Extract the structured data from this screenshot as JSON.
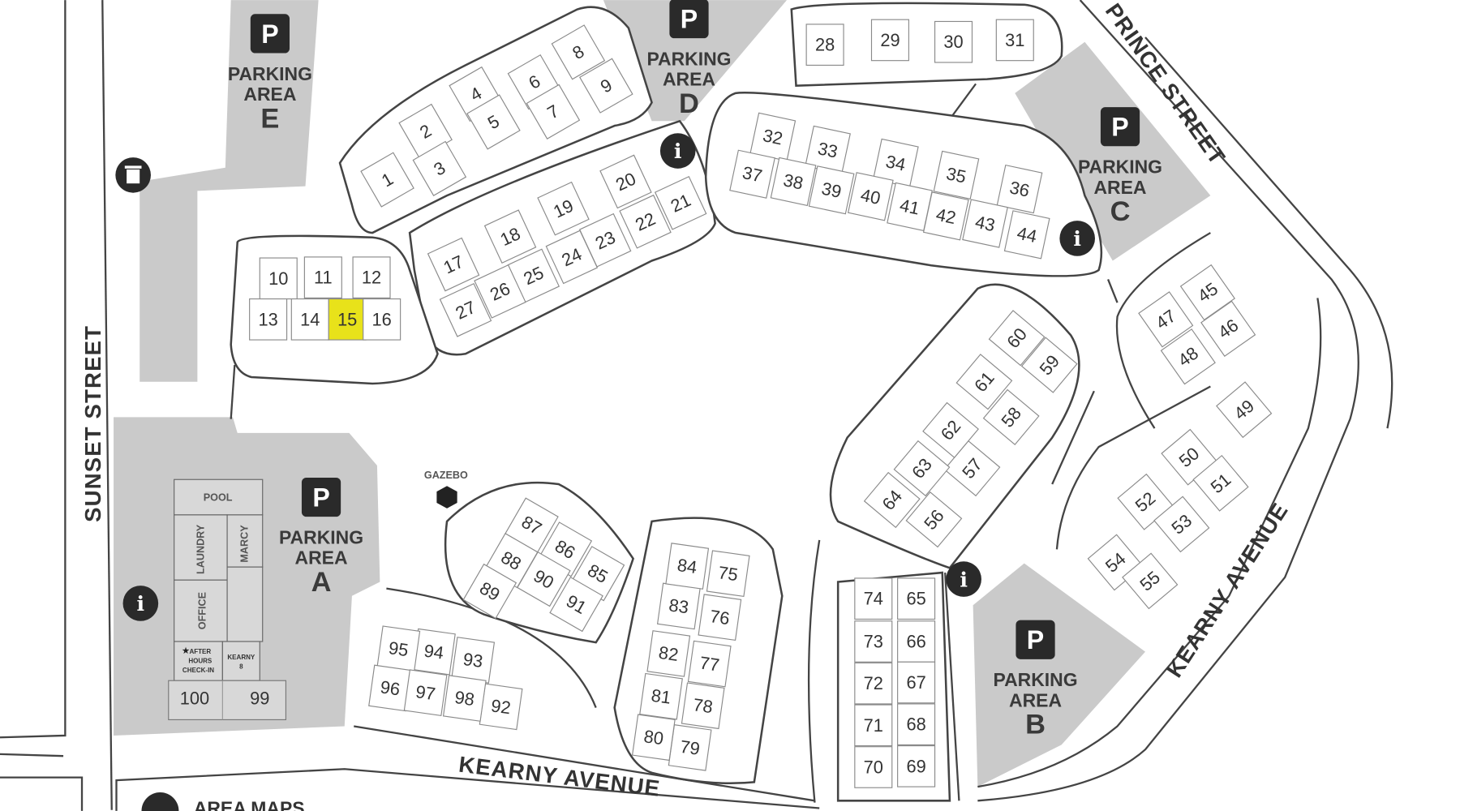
{
  "streets": {
    "sunset": "SUNSET STREET",
    "prince": "PRINCE STREET",
    "kearny_right": "KEARNY AVENUE",
    "kearny_bottom": "KEARNY AVENUE"
  },
  "parking": [
    {
      "id": "E",
      "icon": "P",
      "label_line1": "PARKING",
      "label_line2": "AREA",
      "letter": "E"
    },
    {
      "id": "D",
      "icon": "P",
      "label_line1": "PARKING",
      "label_line2": "AREA",
      "letter": "D"
    },
    {
      "id": "C",
      "icon": "P",
      "label_line1": "PARKING",
      "label_line2": "AREA",
      "letter": "C"
    },
    {
      "id": "B",
      "icon": "P",
      "label_line1": "PARKING",
      "label_line2": "AREA",
      "letter": "B"
    },
    {
      "id": "A",
      "icon": "P",
      "label_line1": "PARKING",
      "label_line2": "AREA",
      "letter": "A"
    }
  ],
  "facilities": {
    "pool": "POOL",
    "laundry": "LAUNDRY",
    "marcy": "MARCY",
    "office": "OFFICE",
    "after_hours_1": "AFTER",
    "after_hours_2": "HOURS",
    "after_hours_3": "CHECK-IN",
    "kearny_1": "KEARNY",
    "kearny_2": "8"
  },
  "gazebo": "GAZEBO",
  "area_maps": "AREA MAPS",
  "info_icon": "i",
  "highlighted_unit": "15",
  "highlight_color": "#e8e21a",
  "units": [
    "1",
    "2",
    "3",
    "4",
    "5",
    "6",
    "7",
    "8",
    "9",
    "10",
    "11",
    "12",
    "13",
    "14",
    "15",
    "16",
    "17",
    "18",
    "19",
    "20",
    "21",
    "22",
    "23",
    "24",
    "25",
    "26",
    "27",
    "28",
    "29",
    "30",
    "31",
    "32",
    "33",
    "34",
    "35",
    "36",
    "37",
    "38",
    "39",
    "40",
    "41",
    "42",
    "43",
    "44",
    "45",
    "46",
    "47",
    "48",
    "49",
    "50",
    "51",
    "52",
    "53",
    "54",
    "55",
    "56",
    "57",
    "58",
    "59",
    "60",
    "61",
    "62",
    "63",
    "64",
    "65",
    "66",
    "67",
    "68",
    "69",
    "70",
    "71",
    "72",
    "73",
    "74",
    "75",
    "76",
    "77",
    "78",
    "79",
    "80",
    "81",
    "82",
    "83",
    "84",
    "85",
    "86",
    "87",
    "88",
    "89",
    "90",
    "91",
    "92",
    "93",
    "94",
    "95",
    "96",
    "97",
    "98",
    "99",
    "100"
  ]
}
